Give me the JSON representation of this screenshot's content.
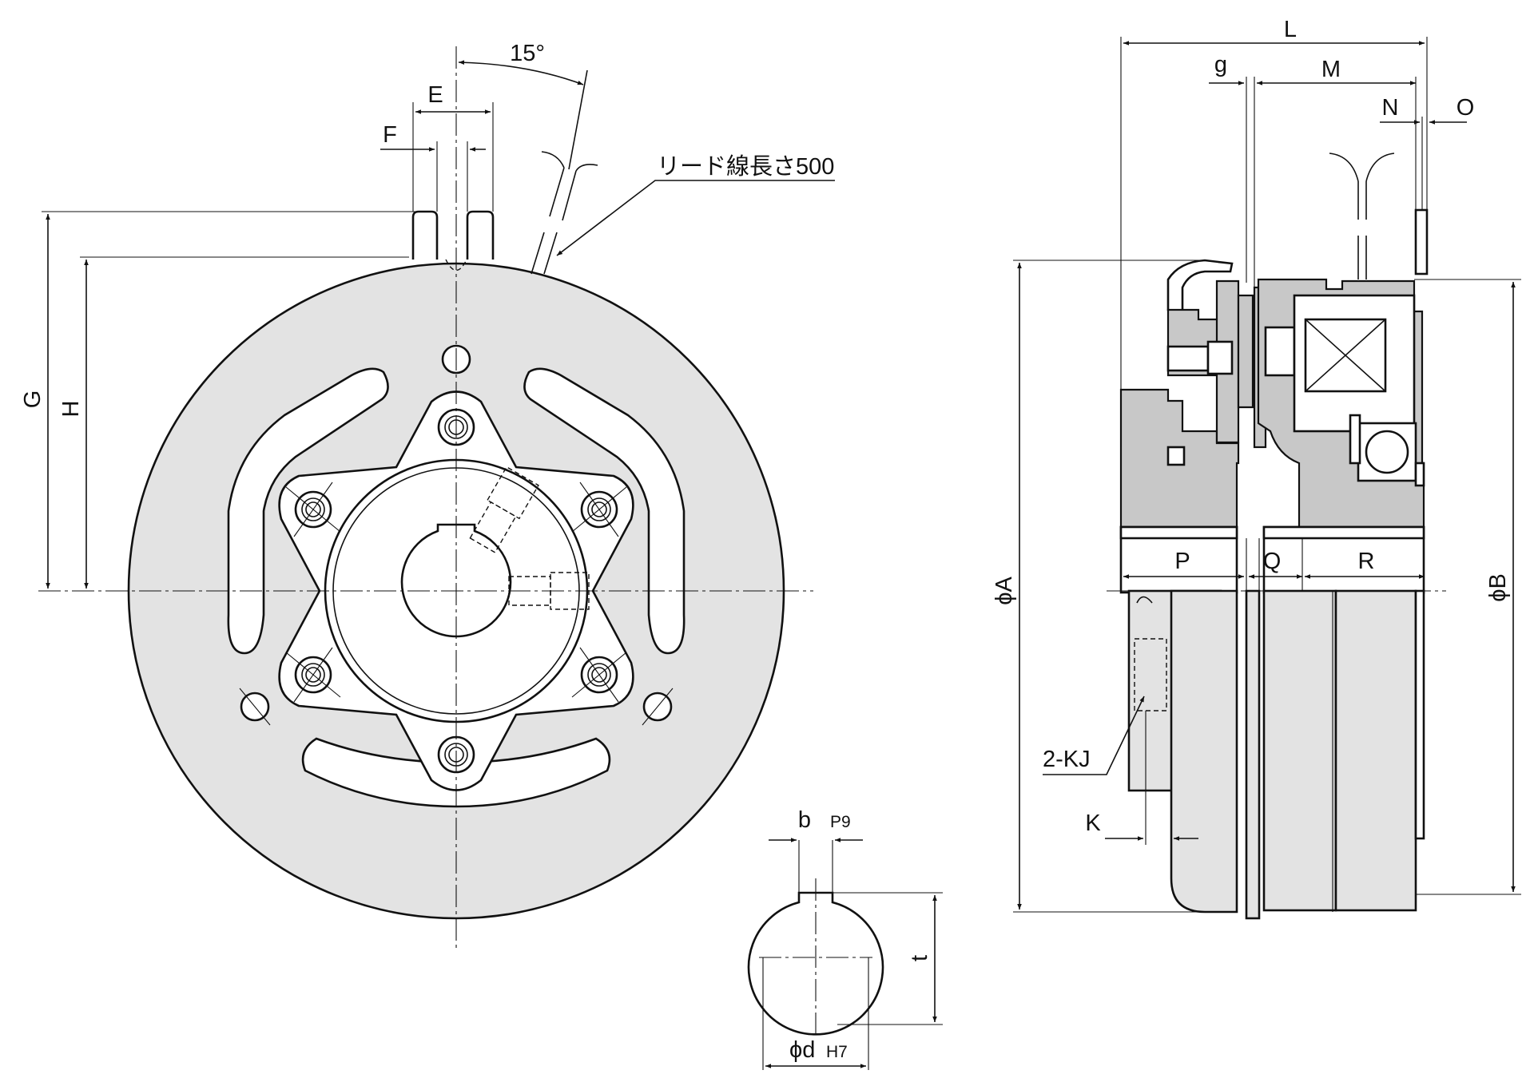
{
  "labels": {
    "angle": "15°",
    "E": "E",
    "F": "F",
    "G": "G",
    "H": "H",
    "lead_wire": "リード線長さ500",
    "b": "b",
    "b_tol": "P9",
    "t": "t",
    "d": "ϕd",
    "d_tol": "H7",
    "L": "L",
    "g": "g",
    "M": "M",
    "N": "N",
    "O": "O",
    "A": "ϕA",
    "B": "ϕB",
    "P": "P",
    "Q": "Q",
    "R": "R",
    "KJ": "2-KJ",
    "K": "K"
  },
  "colors": {
    "line": "#111111",
    "face": "#e3e3e3",
    "section": "#c8c8c8",
    "background": "#ffffff"
  }
}
